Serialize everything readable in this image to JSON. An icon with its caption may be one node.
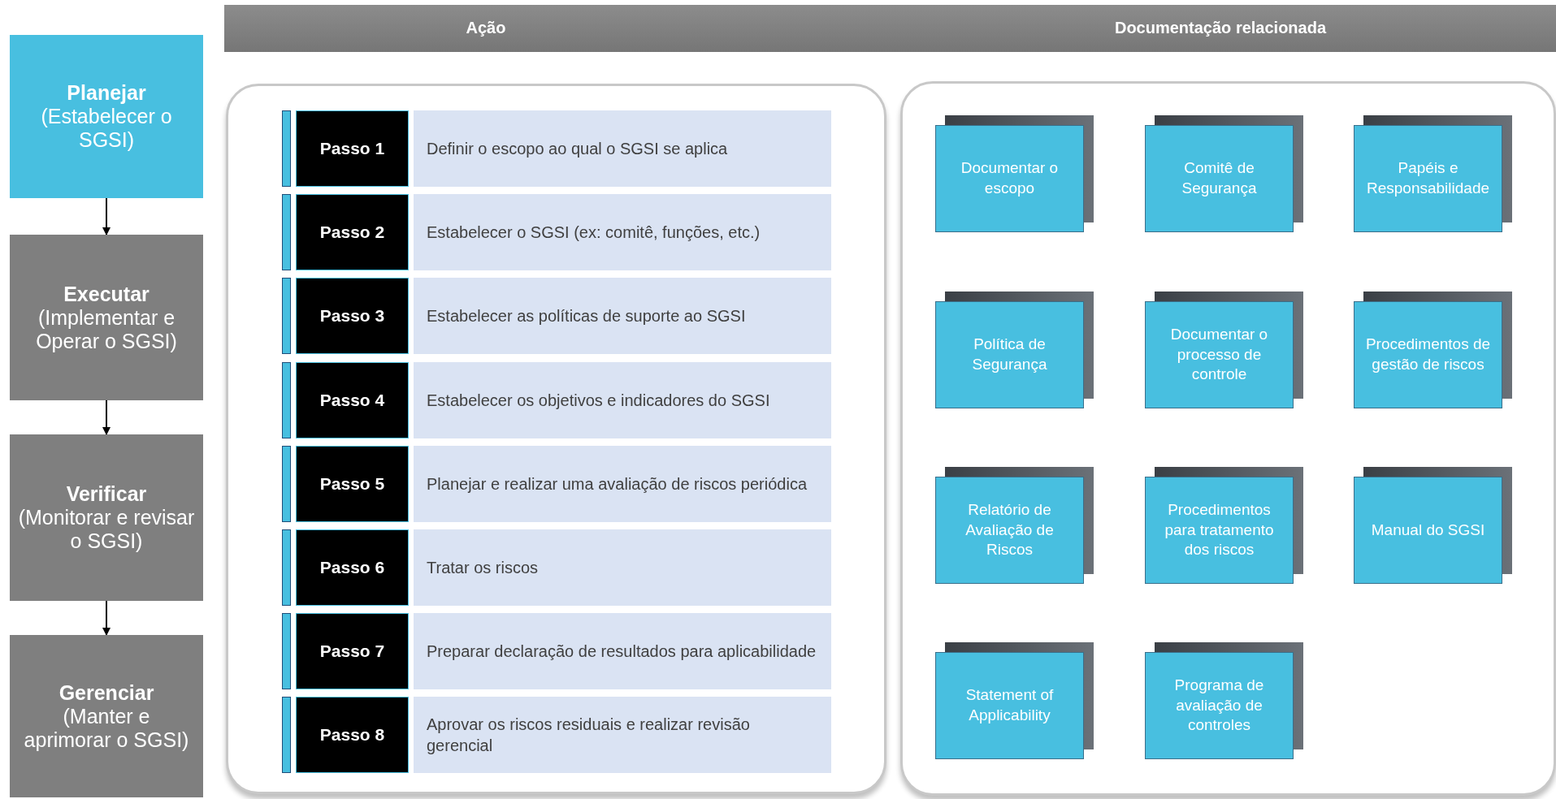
{
  "diagram": {
    "nodes": [
      {
        "text": [
          "Planejar",
          "(Estabelecer o SGSI)"
        ]
      },
      {
        "text": [
          "Executar",
          "(Implementar e Operar o SGSI)"
        ]
      },
      {
        "text": [
          "Verificar",
          "(Monitorar e revisar o SGSI)"
        ]
      },
      {
        "text": [
          "Gerenciar",
          "(Manter e aprimorar o SGSI)"
        ]
      },
      {
        "text": [
          "Ação",
          "Documentação relacionada"
        ]
      },
      {
        "text": [],
        "shape": "box"
      },
      {
        "text": [
          "Passo 1"
        ],
        "in": 5
      },
      {
        "text": [
          "Definir o escopo ao qual o SGSI se aplica"
        ],
        "in": 5
      },
      {
        "text": [
          "Passo 2"
        ],
        "in": 5
      },
      {
        "text": [
          "Estabelecer o SGSI (ex: comitê, funções, etc.)"
        ],
        "in": 5
      },
      {
        "text": [
          "Passo 3"
        ],
        "in": 5
      },
      {
        "text": [
          "Estabelecer as políticas de suporte ao SGSI"
        ],
        "in": 5
      },
      {
        "text": [
          "Passo 4"
        ],
        "in": 5
      },
      {
        "text": [
          "Estabelecer os objetivos e indicadores do SGSI"
        ],
        "in": 5
      },
      {
        "text": [
          "Passo 5"
        ],
        "in": 5
      },
      {
        "text": [
          "Planejar e realizar uma avaliação de riscos periódica"
        ],
        "in": 5
      },
      {
        "text": [
          "Passo 6"
        ],
        "in": 5
      },
      {
        "text": [
          "Tratar os riscos"
        ],
        "in": 5
      },
      {
        "text": [
          "Passo 7"
        ],
        "in": 5
      },
      {
        "text": [
          "Preparar declaração de resultados para aplicabilidade"
        ],
        "in": 5
      },
      {
        "text": [
          "Passo 8"
        ],
        "in": 5
      },
      {
        "text": [
          "Aprovar os riscos residuais e realizar revisão gerencial"
        ],
        "in": 5
      },
      {
        "text": [],
        "shape": "box"
      },
      {
        "text": [
          "Documentar o escopo"
        ],
        "in": 22
      },
      {
        "text": [
          "Comitê de Segurança"
        ],
        "in": 22
      },
      {
        "text": [
          "Papéis e Responsabilidade"
        ],
        "in": 22
      },
      {
        "text": [
          "Política de Segurança"
        ],
        "in": 22
      },
      {
        "text": [
          "Documentar o processo de controle"
        ],
        "in": 22
      },
      {
        "text": [
          "Procedimentos de gestão de riscos"
        ],
        "in": 22
      },
      {
        "text": [
          "Relatório de Avaliação de Riscos"
        ],
        "in": 22
      },
      {
        "text": [
          "Procedimentos para tratamento dos riscos"
        ],
        "in": 22
      },
      {
        "text": [
          "Manual do SGSI"
        ],
        "in": 22
      },
      {
        "text": [
          "Statement of Applicability"
        ],
        "in": 22
      },
      {
        "text": [
          "Programa de avaliação de controles"
        ],
        "in": 22
      }
    ],
    "edges": [
      {
        "from": 0,
        "to": 1,
        "arrow": "to"
      },
      {
        "from": 1,
        "to": 2,
        "arrow": "to"
      },
      {
        "from": 2,
        "to": 3,
        "arrow": "to"
      }
    ]
  }
}
